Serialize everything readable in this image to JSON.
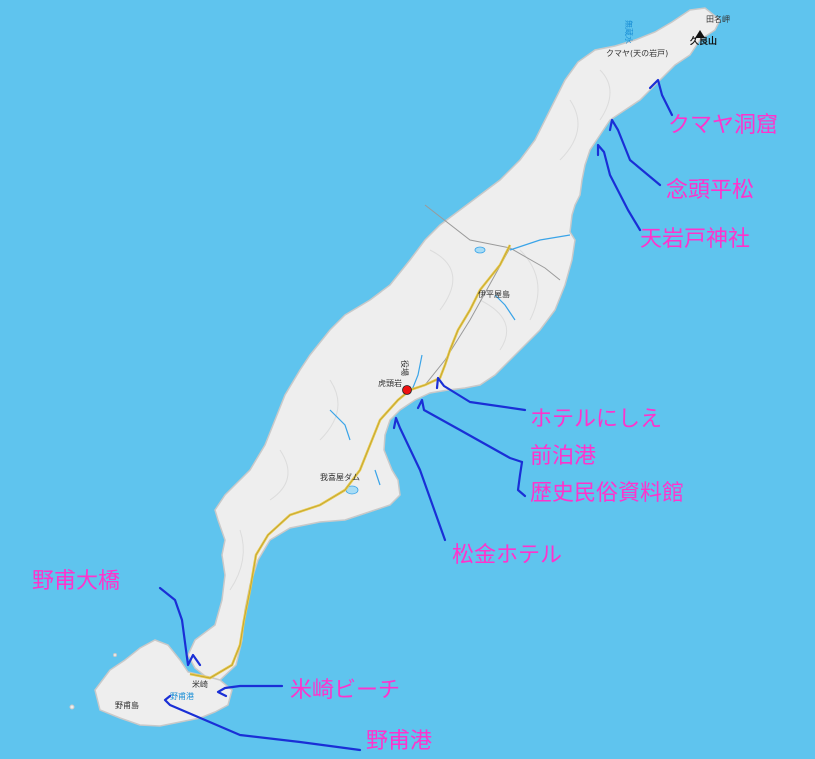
{
  "map": {
    "colors": {
      "sea": "#5fc4ee",
      "land": "#eeeeee",
      "coast": "#c9c9c9",
      "road": "#e8c84a",
      "river": "#3aa4e8",
      "annotation_text": "#ff33cc",
      "annotation_line": "#1a2fd6",
      "town_hall": "#ee1111"
    },
    "place_labels": {
      "cape_tanami": "田名岬",
      "mt_kuma": "久良山",
      "kumaya_cave_small": "クマヤ(天の岩戸)",
      "musuimizu": "無蔵水",
      "iheya_island": "伊平屋島",
      "yakuba": "役場",
      "torazu": "虎頭岩",
      "gashiya_dam": "我喜屋ダム",
      "yonezaki": "米崎",
      "noho_island": "野甫島",
      "noho_port_small": "野甫港"
    },
    "annotations": [
      {
        "id": "kumaya-cave",
        "text": "クマヤ洞窟"
      },
      {
        "id": "nento-hiramatsu",
        "text": "念頭平松"
      },
      {
        "id": "amaiwato-shrine",
        "text": "天岩戸神社"
      },
      {
        "id": "hotel-nishie",
        "text": "ホテルにしえ"
      },
      {
        "id": "maedomari-port",
        "text": "前泊港"
      },
      {
        "id": "history-museum",
        "text": "歴史民俗資料館"
      },
      {
        "id": "matsukane-hotel",
        "text": "松金ホテル"
      },
      {
        "id": "noho-bridge",
        "text": "野甫大橋"
      },
      {
        "id": "yonezaki-beach",
        "text": "米崎ビーチ"
      },
      {
        "id": "noho-port",
        "text": "野甫港"
      }
    ]
  }
}
